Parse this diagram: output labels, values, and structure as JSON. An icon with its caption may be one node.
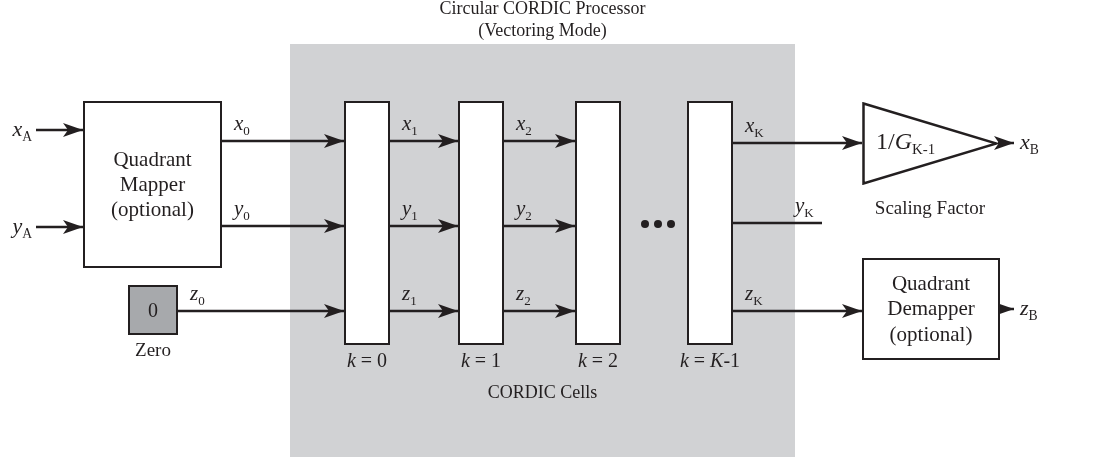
{
  "diagram": {
    "nodes": [
      {
        "text": [
          "Circular CORDIC Processor (Vectoring Mode)",
          "CORDIC Cells"
        ]
      },
      {
        "text": [
          "*x*$_{A}$"
        ]
      },
      {
        "text": [
          "*y*$_{A}$"
        ]
      },
      {
        "text": [
          "Quadrant Mapper (optional)"
        ]
      },
      {
        "text": [
          "0"
        ],
        "beside": [
          "Zero"
        ]
      },
      {
        "text": [],
        "shape": "bar",
        "in": 0,
        "beside": [
          "*k* = 0"
        ]
      },
      {
        "text": [],
        "shape": "bar",
        "in": 0,
        "beside": [
          "*k* = 1"
        ]
      },
      {
        "text": [],
        "shape": "bar",
        "in": 0,
        "beside": [
          "*k* = 2"
        ]
      },
      {
        "text": [],
        "shape": "bar",
        "in": 0,
        "beside": [
          "*k* = *K*-1"
        ]
      },
      {
        "text": [
          "1/*G*$_{K-1}$"
        ],
        "beside": [
          "Scaling Factor"
        ]
      },
      {
        "text": [
          "*x*$_{B}$"
        ]
      },
      {
        "text": [
          "Quadrant Demapper (optional)"
        ]
      },
      {
        "text": [
          "*z*$_{B}$"
        ]
      }
    ],
    "edges": [
      {
        "from": 1,
        "to": 3,
        "arrow": "to"
      },
      {
        "from": 2,
        "to": 3,
        "arrow": "to"
      },
      {
        "from": 3,
        "to": 5,
        "arrow": "to",
        "label": "*x*$_{0}$"
      },
      {
        "from": 3,
        "to": 5,
        "arrow": "to",
        "label": "*y*$_{0}$"
      },
      {
        "from": 4,
        "to": 5,
        "arrow": "to",
        "label": "*z*$_{0}$"
      },
      {
        "from": 5,
        "to": 6,
        "arrow": "to",
        "label": "*x*$_{1}$"
      },
      {
        "from": 5,
        "to": 6,
        "arrow": "to",
        "label": "*y*$_{1}$"
      },
      {
        "from": 5,
        "to": 6,
        "arrow": "to",
        "label": "*z*$_{1}$"
      },
      {
        "from": 6,
        "to": 7,
        "arrow": "to",
        "label": "*x*$_{2}$"
      },
      {
        "from": 6,
        "to": 7,
        "arrow": "to",
        "label": "*y*$_{2}$"
      },
      {
        "from": 6,
        "to": 7,
        "arrow": "to",
        "label": "*z*$_{2}$"
      },
      {
        "from": 8,
        "to": 9,
        "arrow": "to",
        "label": "*x*$_{K}$"
      },
      {
        "from": 8,
        "to": null,
        "arrow": "none",
        "label": "*y*$_{K}$"
      },
      {
        "from": 8,
        "to": 11,
        "arrow": "to",
        "label": "*z*$_{K}$"
      },
      {
        "from": 9,
        "to": 10,
        "arrow": "to"
      },
      {
        "from": 11,
        "to": 12,
        "arrow": "to"
      }
    ]
  }
}
